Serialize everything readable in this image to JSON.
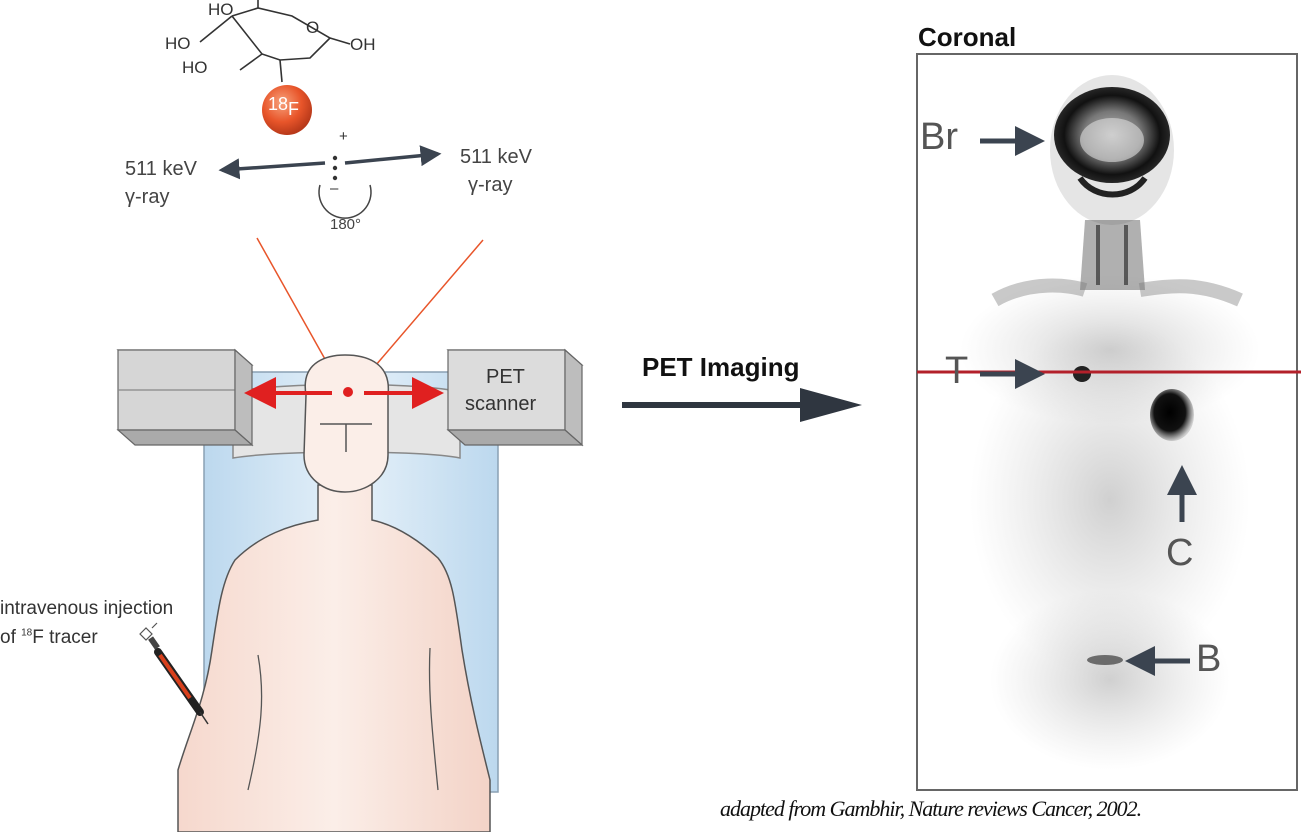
{
  "molecule": {
    "groups": [
      "HO",
      "HO",
      "O",
      "OH",
      "HO"
    ],
    "isotope_mass": "18",
    "isotope_symbol": "F",
    "charge_plus": "+",
    "charge_minus": "–",
    "energy_left": "511 keV",
    "ray_left": "γ-ray",
    "energy_right": "511 keV",
    "ray_right": "γ-ray",
    "angle": "180°"
  },
  "scanner": {
    "label_line1": "PET",
    "label_line2": "scanner"
  },
  "injection": {
    "line1": "intravenous injection",
    "line2_pre": "of ",
    "line2_sup": "18",
    "line2_post": "F tracer"
  },
  "process": {
    "label": "PET Imaging"
  },
  "scan": {
    "view_title": "Coronal",
    "markers": [
      {
        "key": "brain",
        "label": "Br"
      },
      {
        "key": "tumor",
        "label": "T"
      },
      {
        "key": "heart",
        "label": "C"
      },
      {
        "key": "bladder",
        "label": "B"
      }
    ]
  },
  "credit": "adapted from Gambhir, Nature reviews Cancer, 2002.",
  "colors": {
    "isotope_ball": "#e8552a",
    "beam_lines": "#e8552a",
    "emission_arrows": "#e02020",
    "bed": "#cfe3f2",
    "skin": "#f9e4dc",
    "scanner_gray": "#d9d9d9",
    "scan_line": "#b3202a",
    "dark_arrow": "#3b4450"
  }
}
